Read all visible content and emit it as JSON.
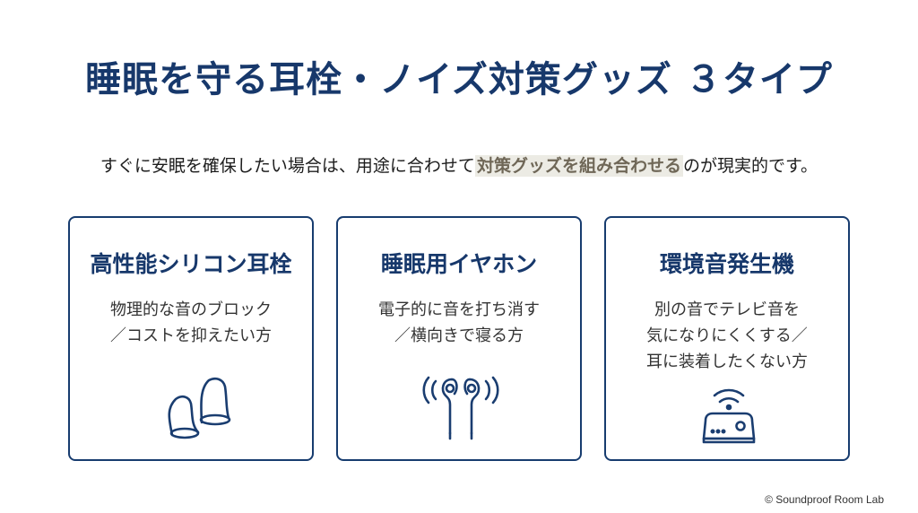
{
  "title": "睡眠を守る耳栓・ノイズ対策グッズ ３タイプ",
  "subtitle": {
    "before": "すぐに安眠を確保したい場合は、用途に合わせて",
    "highlight": "対策グッズを組み合わせる",
    "after": "のが現実的です。"
  },
  "cards": [
    {
      "title": "高性能シリコン耳栓",
      "lines": [
        "物理的な音のブロック",
        "／コストを抑えたい方"
      ],
      "icon": "earplugs-icon"
    },
    {
      "title": "睡眠用イヤホン",
      "lines": [
        "電子的に音を打ち消す",
        "／横向きで寝る方"
      ],
      "icon": "earphones-icon"
    },
    {
      "title": "環境音発生機",
      "lines": [
        "別の音でテレビ音を",
        "気になりにくくする／",
        "耳に装着したくない方"
      ],
      "icon": "sound-machine-icon"
    }
  ],
  "copyright": "© Soundproof Room Lab",
  "colors": {
    "accent": "#17386b",
    "highlight_bg": "#ecebe4",
    "highlight_text": "#6f6757"
  }
}
